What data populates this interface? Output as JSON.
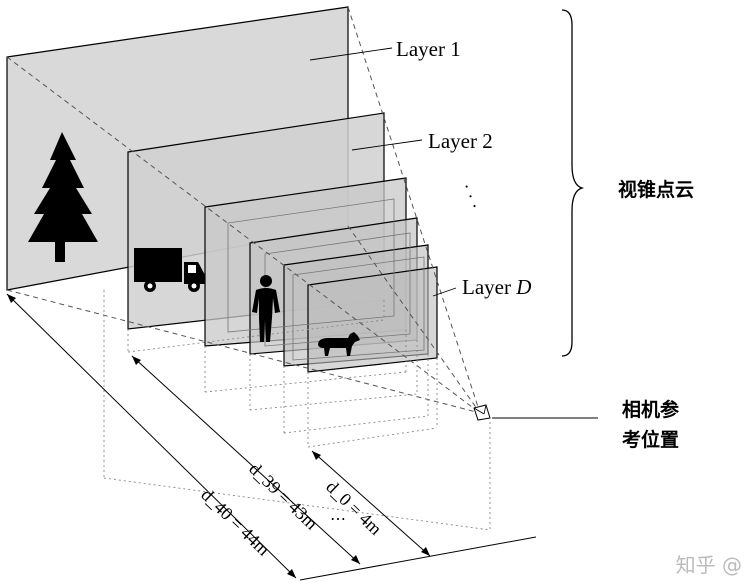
{
  "labels": {
    "layer1": "Layer 1",
    "layer2": "Layer 2",
    "layerD_prefix": "Layer ",
    "layerD_var": "D",
    "frustum_line1": "视锥点云",
    "camera_line1": "相机参",
    "camera_line2": "考位置",
    "dist_d40": "d_40 = 44m",
    "dist_d39": "d_39 = 43m",
    "dist_d0": "d_0 = 4m",
    "dots": "· · ·"
  },
  "watermark": {
    "text": "知乎 @",
    "note": "overlapping watermark text, partially illegible"
  },
  "colors": {
    "plane_fill": "#d9d9d9",
    "plane_stroke": "#000000",
    "silhouette": "#000000",
    "dashed": "#555555",
    "text": "#000000"
  }
}
